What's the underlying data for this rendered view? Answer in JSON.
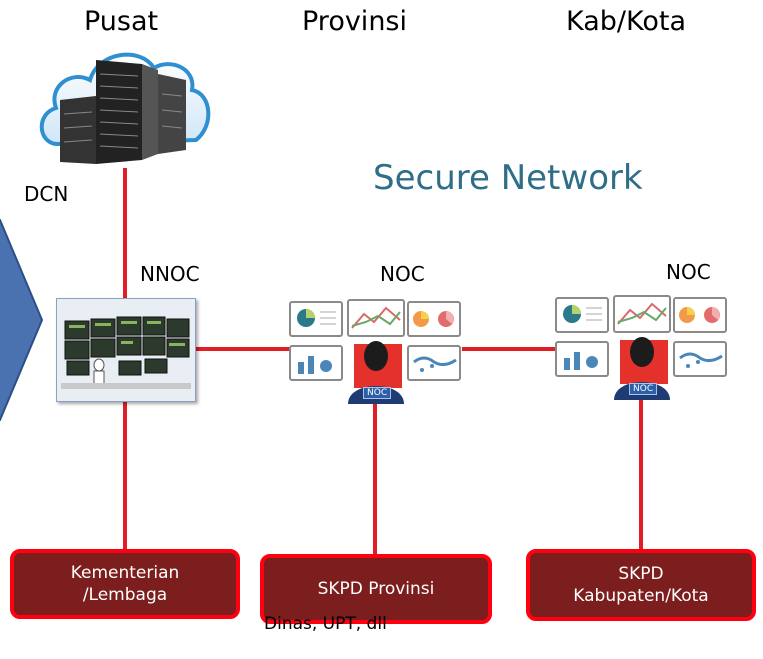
{
  "columns": {
    "pusat": "Pusat",
    "provinsi": "Provinsi",
    "kab_kota": "Kab/Kota"
  },
  "title": "Secure Network",
  "labels": {
    "dcn": "DCN",
    "nnoc": "NNOC",
    "noc_provinsi": "NOC",
    "noc_kabkota": "NOC"
  },
  "boxes": {
    "kementerian_line1": "Kementerian",
    "kementerian_line2": "/Lembaga",
    "skpd_provinsi": "SKPD Provinsi",
    "skpd_kab_line1": "SKPD",
    "skpd_kab_line2": "Kabupaten/Kota"
  },
  "badge": "NOC",
  "footnote": "Dinas, UPT, dll",
  "colors": {
    "line": "#e11d25",
    "box_fill": "#7b1e1d",
    "box_border": "#ff0010",
    "title": "#2e6e88",
    "arrow": "#4a72b0"
  }
}
